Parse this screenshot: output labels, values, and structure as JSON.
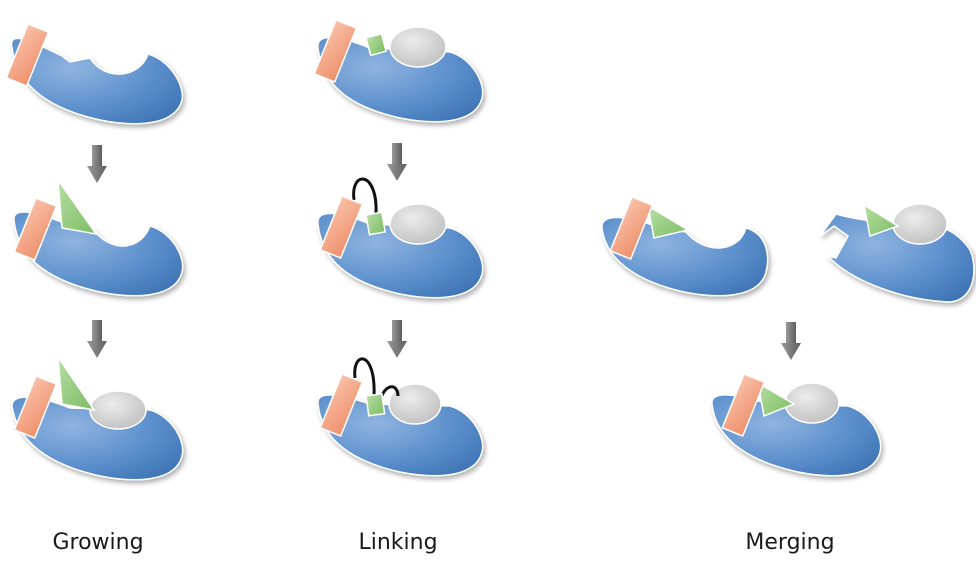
{
  "columns": [
    {
      "key": "growing",
      "label": "Growing"
    },
    {
      "key": "linking",
      "label": "Linking"
    },
    {
      "key": "merging",
      "label": "Merging"
    }
  ],
  "colors": {
    "protein": "#5b8fcc",
    "protein_edge": "#4a7bb8",
    "fragment_a": "#f4a585",
    "fragment_b": "#94cc7e",
    "ligand": "#d0d0d0",
    "arrow": "#7a7a7a",
    "linker": "#111111"
  }
}
